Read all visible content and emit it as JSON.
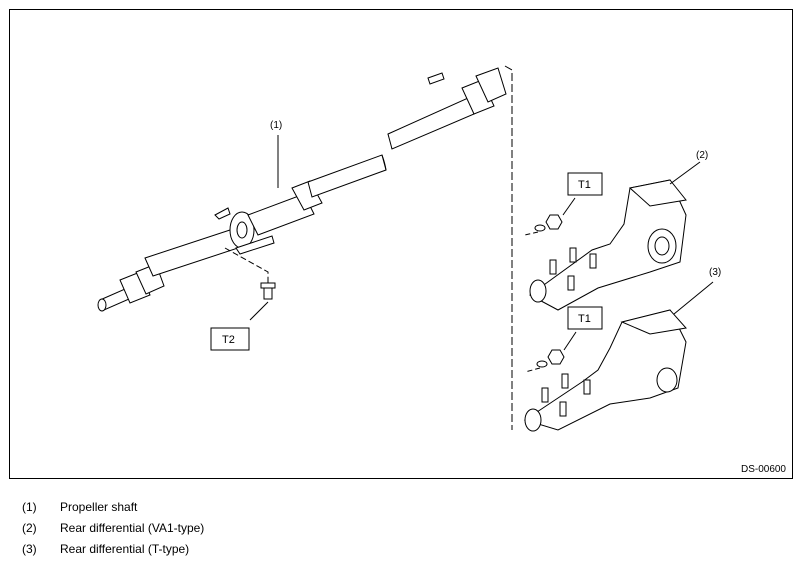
{
  "figure": {
    "id": "DS-00600",
    "callouts": {
      "propeller_shaft": "(1)",
      "rear_diff_va1": "(2)",
      "rear_diff_t": "(3)"
    },
    "tightening_labels": {
      "t1_upper": "T1",
      "t1_lower": "T1",
      "t2": "T2"
    }
  },
  "legend": {
    "items": [
      {
        "num": "(1)",
        "text": "Propeller shaft"
      },
      {
        "num": "(2)",
        "text": "Rear differential (VA1-type)"
      },
      {
        "num": "(3)",
        "text": "Rear differential (T-type)"
      }
    ]
  }
}
